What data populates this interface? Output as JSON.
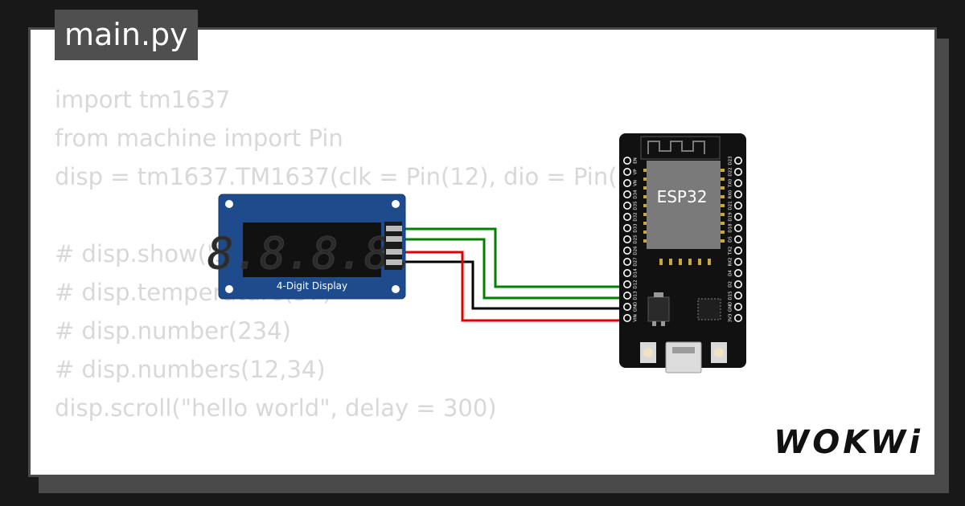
{
  "editor": {
    "file_tab": "main.py",
    "code_lines": [
      "import tm1637",
      "from machine import Pin",
      "disp = tm1637.TM1637(clk = Pin(12), dio = Pin(13))",
      "",
      "# disp.show('1234')",
      "# disp.temperature(37)",
      "# disp.number(234)",
      "# disp.numbers(12,34)",
      "disp.scroll(\"hello world\", delay = 300)"
    ]
  },
  "display_module": {
    "label": "4-Digit Display",
    "digits": "8.8.8.8."
  },
  "esp32": {
    "chip_label": "ESP32",
    "left_pins": [
      "EN",
      "VP",
      "VN",
      "D34",
      "D35",
      "D32",
      "D33",
      "D25",
      "D26",
      "D27",
      "D14",
      "D12",
      "D13",
      "GND",
      "VIN"
    ],
    "right_pins": [
      "D23",
      "D22",
      "TX0",
      "RX0",
      "D21",
      "D19",
      "D18",
      "D5",
      "TX2",
      "RX2",
      "D4",
      "D2",
      "D15",
      "GND",
      "3V3"
    ]
  },
  "wires": {
    "colors": {
      "clk": "#008000",
      "dio": "#008000",
      "gnd": "#000000",
      "vcc": "#e00000"
    }
  },
  "brand": {
    "logo": "WOKWi"
  }
}
